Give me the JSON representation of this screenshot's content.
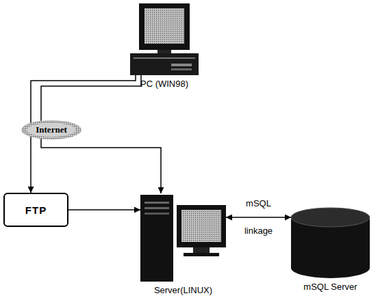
{
  "diagram": {
    "nodes": [
      {
        "text": [
          "PC (WIN98)"
        ]
      },
      {
        "text": [
          "Internet"
        ]
      },
      {
        "text": [
          "FTP"
        ]
      },
      {
        "text": [
          "Server(LINUX)"
        ]
      },
      {
        "text": [
          "mSQL Server"
        ]
      }
    ],
    "edges": [
      {
        "from": 0,
        "to": 2,
        "arrow": "to"
      },
      {
        "from": 0,
        "to": 3,
        "arrow": "to"
      },
      {
        "from": 2,
        "to": 3,
        "arrow": "to"
      },
      {
        "from": 3,
        "to": 4,
        "arrow": "both",
        "label": "mSQL linkage"
      }
    ]
  }
}
